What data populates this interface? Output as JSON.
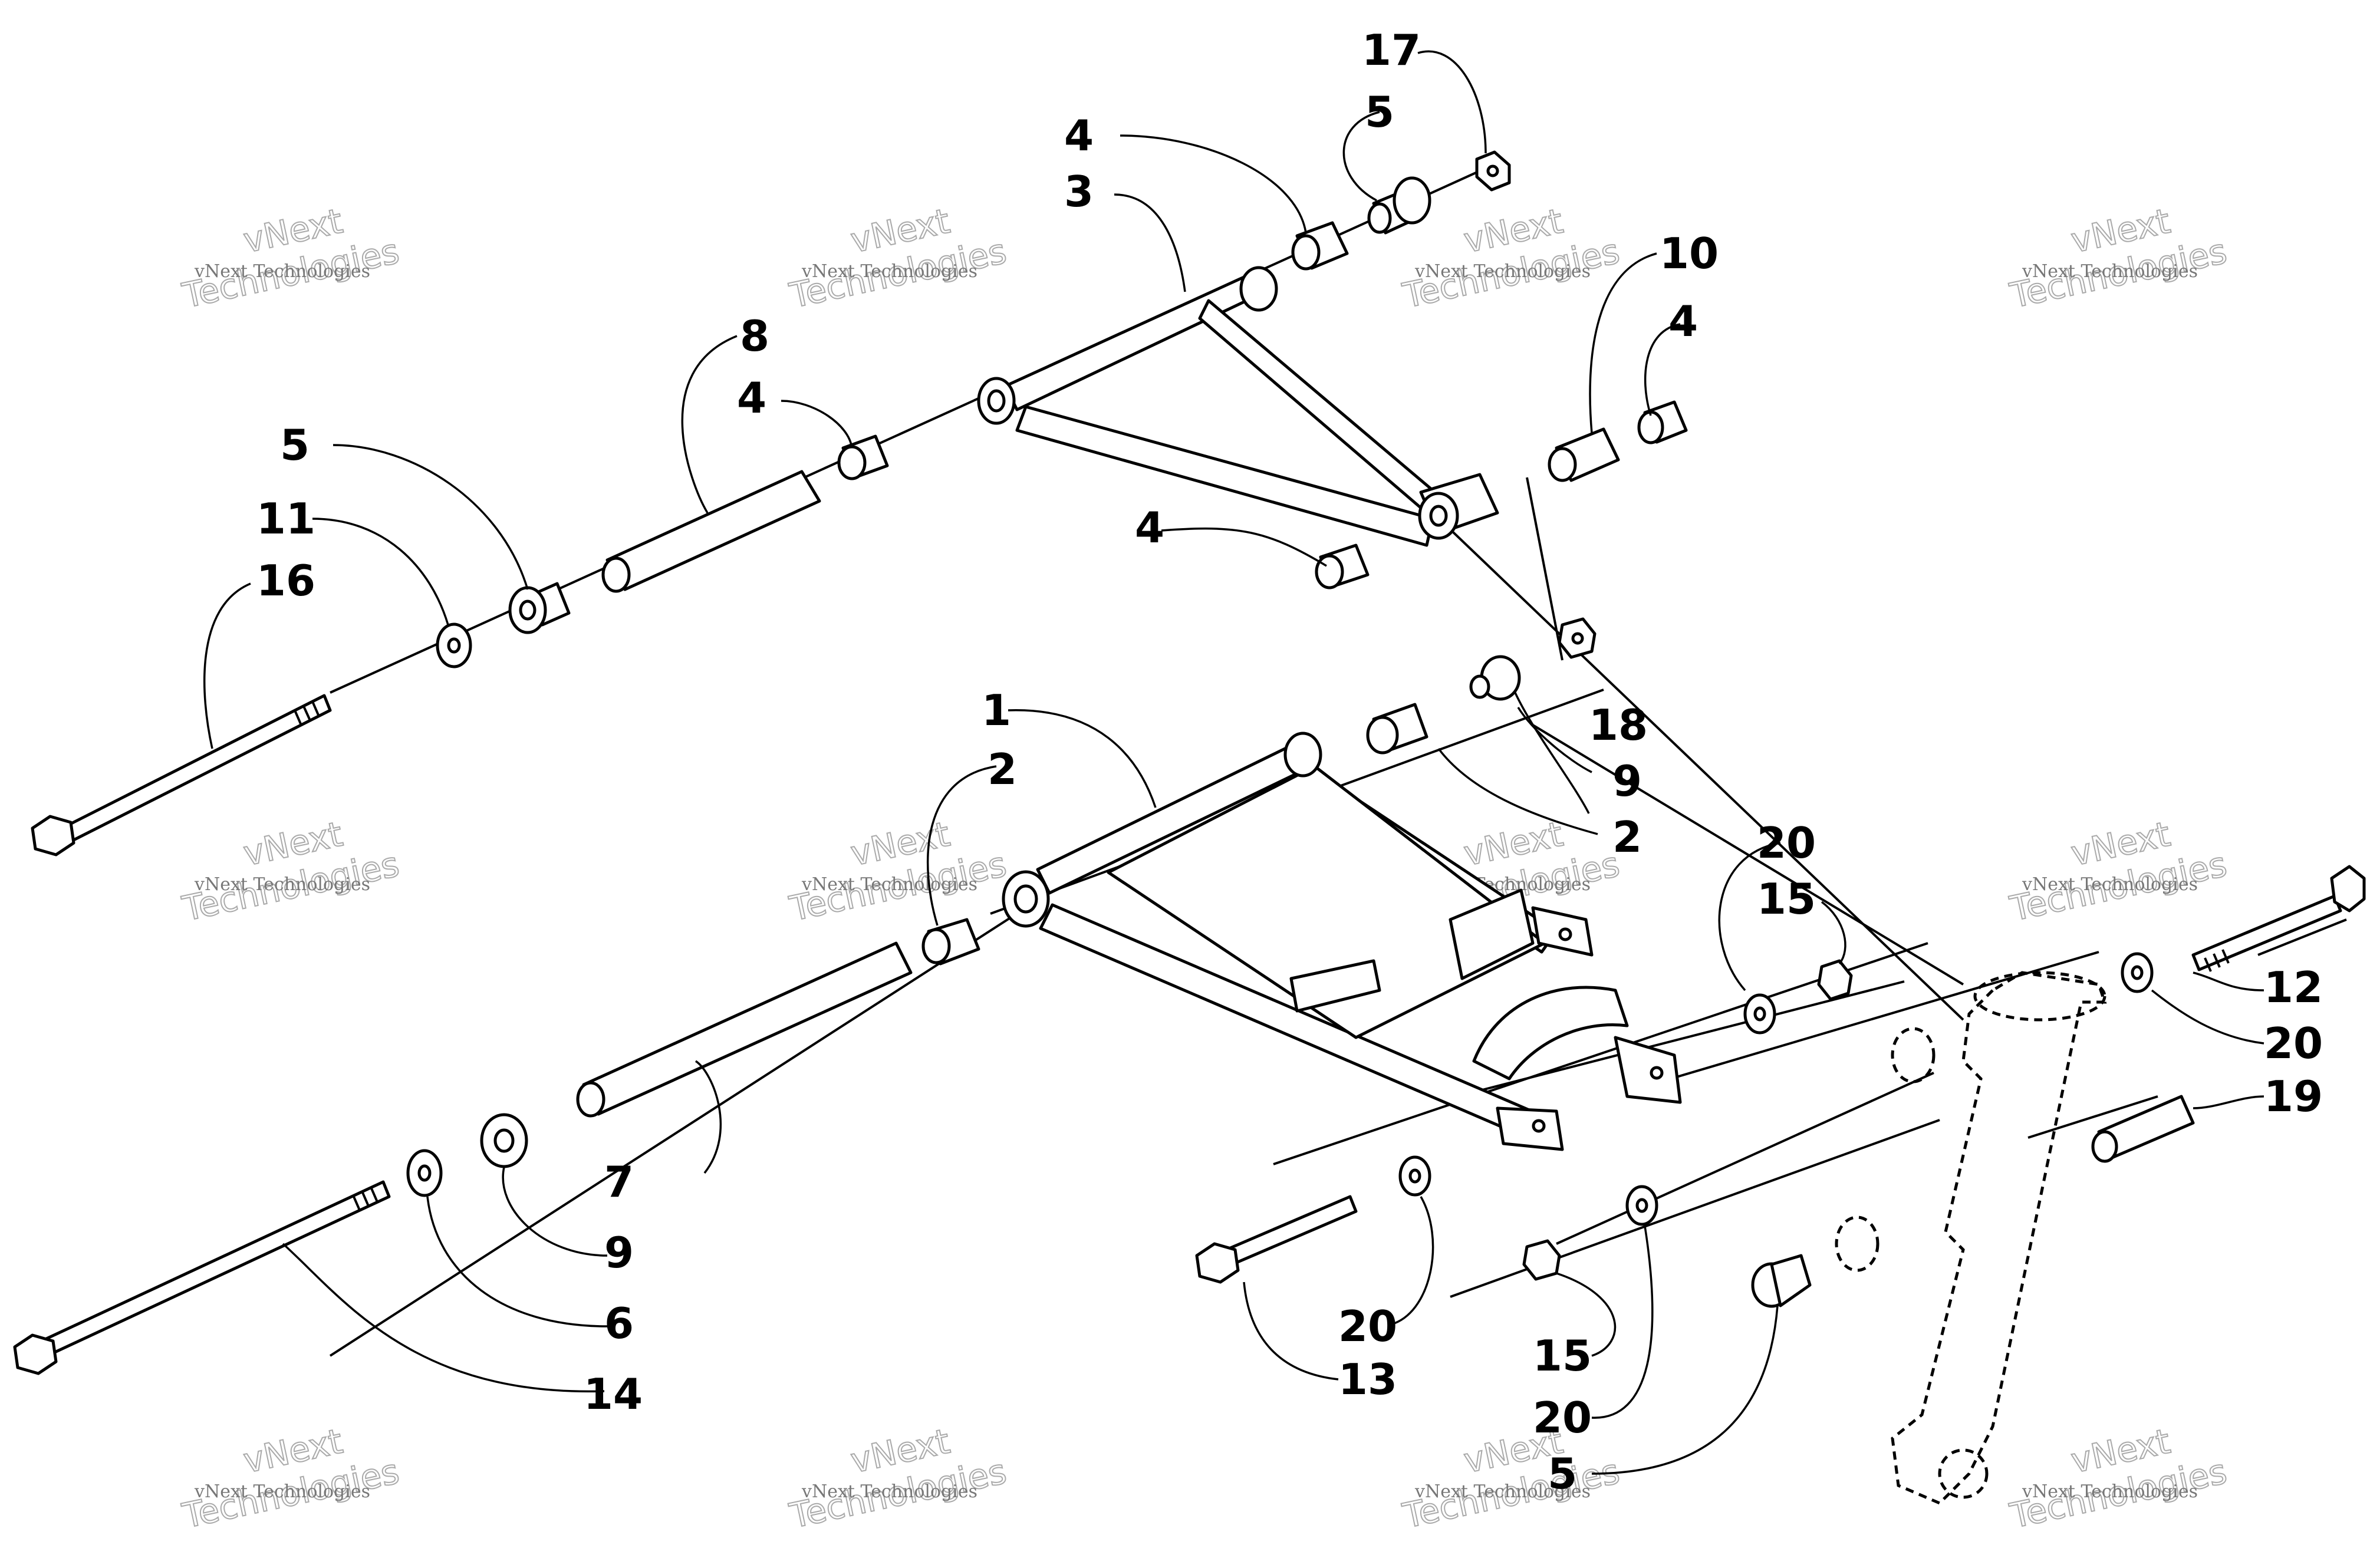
{
  "callouts": {
    "c1": "1",
    "c2a": "2",
    "c2b": "2",
    "c3": "3",
    "c4a": "4",
    "c4b": "4",
    "c4c": "4",
    "c4d": "4",
    "c5a": "5",
    "c5b": "5",
    "c5c": "5",
    "c6": "6",
    "c7": "7",
    "c8": "8",
    "c9a": "9",
    "c9b": "9",
    "c10": "10",
    "c11": "11",
    "c12": "12",
    "c13": "13",
    "c14": "14",
    "c15a": "15",
    "c15b": "15",
    "c16": "16",
    "c17": "17",
    "c18": "18",
    "c19": "19",
    "c20a": "20",
    "c20b": "20",
    "c20c": "20",
    "c20d": "20"
  },
  "watermark": {
    "small": "vNext Technologies",
    "large_top": "vNext",
    "large_bottom": "Technologies"
  }
}
